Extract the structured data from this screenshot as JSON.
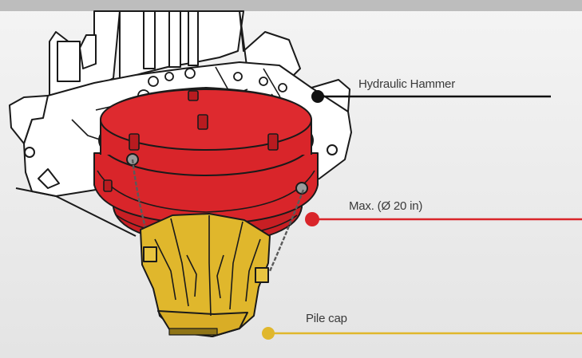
{
  "labels": {
    "hammer": "Hydraulic Hammer",
    "max_diameter": "Max. (Ø 20 in)",
    "pile_cap": "Pile cap"
  },
  "colors": {
    "background": "#ececec",
    "top_bar": "#bdbdbd",
    "hammer_line": "#111111",
    "adapter_red": "#d9252a",
    "pile_cap_yellow": "#e0b72c",
    "outline": "#1a1a1a"
  }
}
